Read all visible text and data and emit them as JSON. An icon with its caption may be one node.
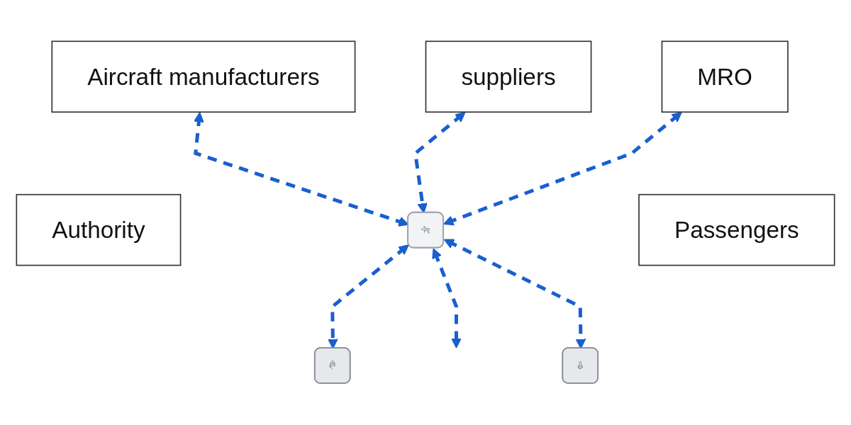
{
  "diagram": {
    "nodes": [
      {
        "text": [
          "Aircraft manufacturers"
        ]
      },
      {
        "text": [
          "suppliers"
        ]
      },
      {
        "text": [
          "MRO"
        ]
      },
      {
        "text": [
          "Authority"
        ]
      },
      {
        "text": [],
        "shape": "picture"
      },
      {
        "text": [
          "Passengers"
        ]
      },
      {
        "text": [],
        "shape": "picture"
      },
      {
        "text": [],
        "shape": "picture"
      }
    ],
    "edges": [
      {
        "from": 0,
        "to": 4,
        "arrow": "both",
        "style": "dashed"
      },
      {
        "from": 1,
        "to": 4,
        "arrow": "both",
        "style": "dashed"
      },
      {
        "from": 2,
        "to": 4,
        "arrow": "both",
        "style": "dashed"
      },
      {
        "from": 4,
        "to": 6,
        "arrow": "both",
        "style": "dashed"
      },
      {
        "from": 4,
        "to": null,
        "arrow": "both",
        "style": "dashed"
      },
      {
        "from": 4,
        "to": 7,
        "arrow": "both",
        "style": "dashed"
      }
    ]
  }
}
